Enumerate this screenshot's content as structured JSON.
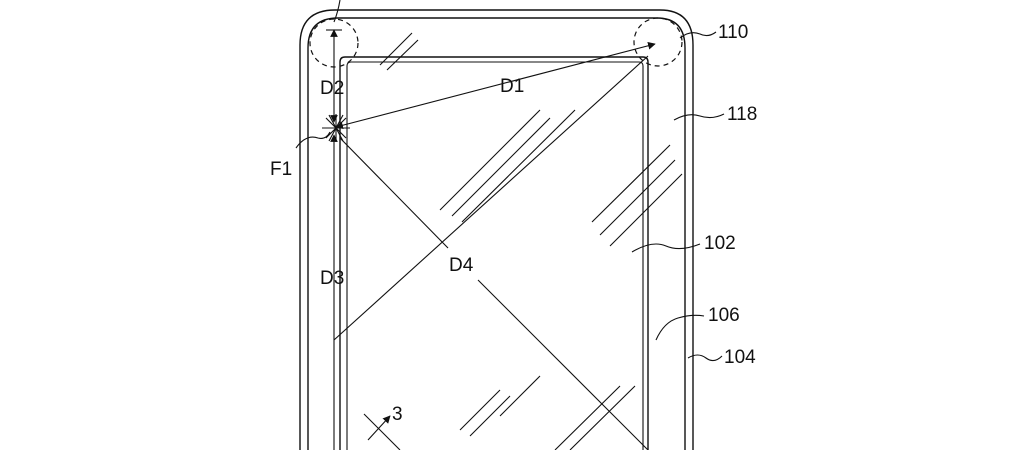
{
  "labels": {
    "ref_110": "110",
    "ref_118": "118",
    "ref_102": "102",
    "ref_106": "106",
    "ref_104": "104",
    "d1": "D1",
    "d2": "D2",
    "d3": "D3",
    "d4": "D4",
    "f1": "F1",
    "section_3": "3"
  }
}
